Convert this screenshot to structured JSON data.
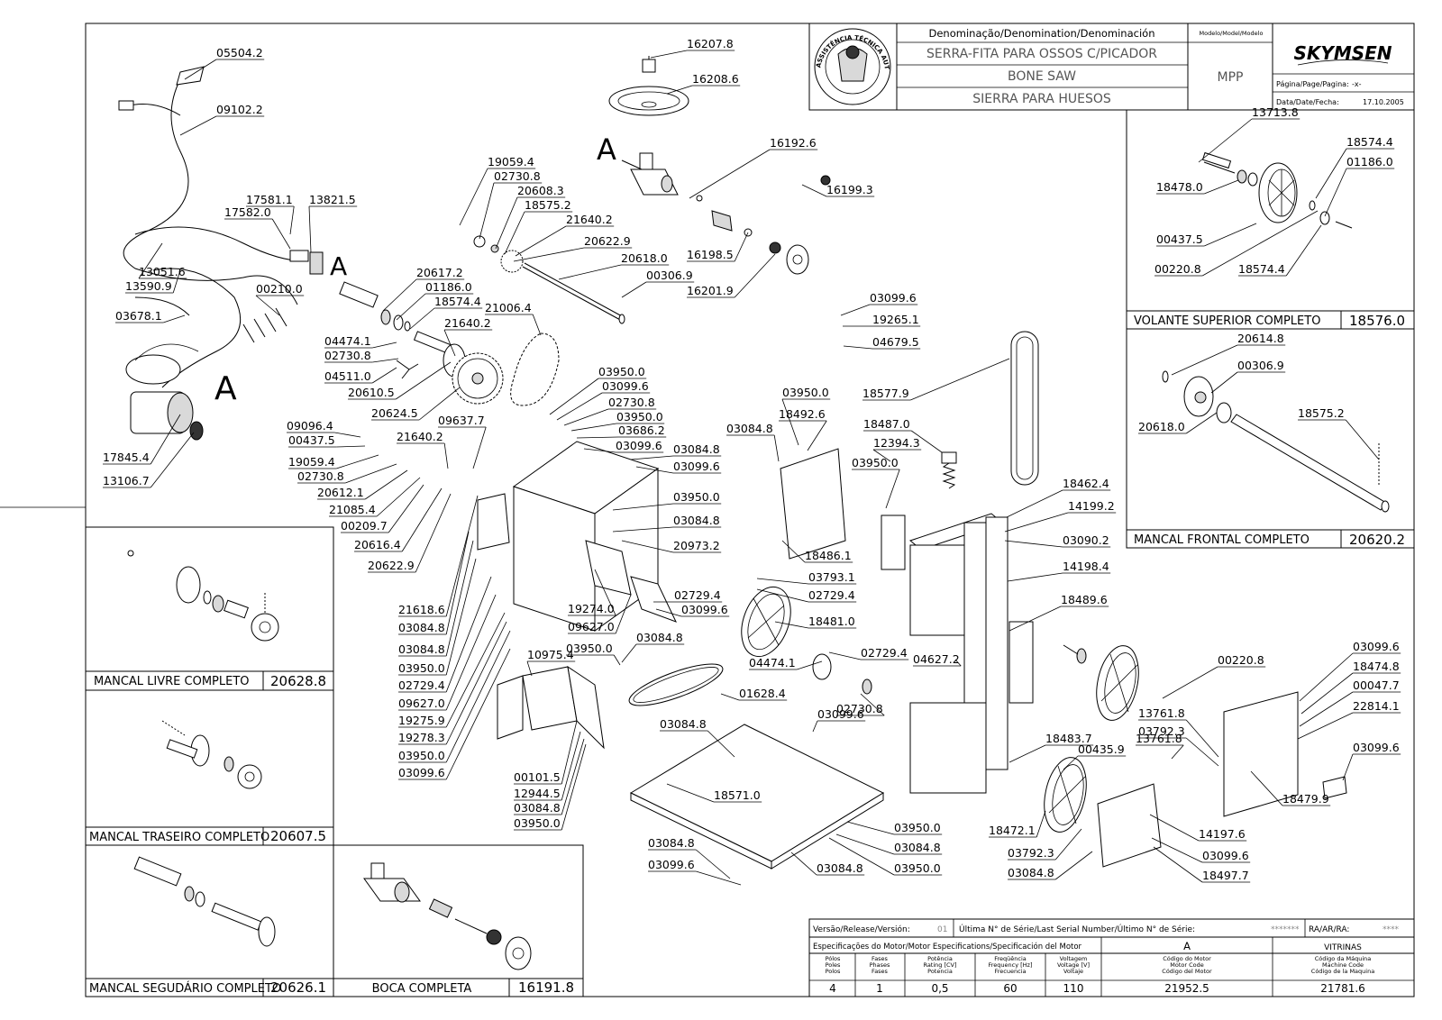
{
  "title_block": {
    "denomination_header": "Denominação/Denomination/Denominación",
    "model_header": "Modelo/Model/Modelo",
    "name_pt": "SERRA-FITA PARA OSSOS C/PICADOR",
    "name_en": "BONE SAW",
    "name_es": "SIERRA PARA HUESOS",
    "model": "MPP",
    "brand": "SKYMSEN",
    "page_label": "Página/Page/Pagina:",
    "page_value": "-x-",
    "date_label": "Data/Date/Fecha:",
    "date_value": "17.10.2005",
    "seal_text": "ASSISTÊNCIA TÉCNICA AUTORIZADA"
  },
  "view_markers": {
    "a1": "A",
    "a2": "A",
    "a3": "A"
  },
  "subassemblies": [
    {
      "name": "VOLANTE SUPERIOR COMPLETO",
      "code": "18576.0"
    },
    {
      "name": "MANCAL FRONTAL COMPLETO",
      "code": "20620.2"
    },
    {
      "name": "MANCAL LIVRE COMPLETO",
      "code": "20628.8"
    },
    {
      "name": "MANCAL TRASEIRO COMPLETO",
      "code": "20607.5"
    },
    {
      "name": "MANCAL SEGUDÁRIO COMPLETO",
      "code": "20626.1"
    },
    {
      "name": "BOCA COMPLETA",
      "code": "16191.8"
    }
  ],
  "part_labels": [
    "05504.2",
    "09102.2",
    "17581.1",
    "17582.0",
    "13821.5",
    "13051.6",
    "13590.9",
    "03678.1",
    "00210.0",
    "17845.4",
    "13106.7",
    "19059.4",
    "02730.8",
    "20608.3",
    "18575.2",
    "21640.2",
    "20622.9",
    "20618.0",
    "00306.9",
    "20617.2",
    "01186.0",
    "18574.4",
    "21640.2",
    "21006.4",
    "04474.1",
    "02730.8",
    "04511.0",
    "20610.5",
    "20624.5",
    "16207.8",
    "16208.6",
    "16192.6",
    "16199.3",
    "16198.5",
    "16201.9",
    "09096.4",
    "00437.5",
    "19059.4",
    "02730.8",
    "20612.1",
    "21085.4",
    "00209.7",
    "20616.4",
    "20622.9",
    "21640.2",
    "09637.7",
    "03950.0",
    "03099.6",
    "02730.8",
    "03950.0",
    "03686.2",
    "03099.6",
    "03084.8",
    "03099.6",
    "03950.0",
    "03084.8",
    "20973.2",
    "21618.6",
    "03084.8",
    "03084.8",
    "03950.0",
    "02729.4",
    "09627.0",
    "19275.9",
    "19278.3",
    "03950.0",
    "03099.6",
    "19274.0",
    "09627.0",
    "02729.4",
    "03099.6",
    "03950.0",
    "03084.8",
    "10975.4",
    "00101.5",
    "12944.5",
    "03084.8",
    "03950.0",
    "03099.6",
    "19265.1",
    "04679.5",
    "03950.0",
    "18492.6",
    "03084.8",
    "18486.1",
    "18577.9",
    "18487.0",
    "12394.3",
    "03950.0",
    "03793.1",
    "02729.4",
    "18481.0",
    "02729.4",
    "04474.1",
    "02730.8",
    "01628.4",
    "04627.2",
    "18462.4",
    "14199.2",
    "03090.2",
    "14198.4",
    "18489.6",
    "00220.8",
    "18483.7",
    "00435.9",
    "13761.8",
    "18472.1",
    "03792.3",
    "03084.8",
    "14197.6",
    "03099.6",
    "18497.7",
    "03084.8",
    "03099.6",
    "18571.0",
    "03950.0",
    "03084.8",
    "03950.0",
    "03084.8",
    "03099.6",
    "03084.8",
    "03099.6",
    "18474.8",
    "00047.7",
    "22814.1",
    "03099.6",
    "13761.8",
    "03792.3",
    "18479.9",
    "13713.8",
    "18574.4",
    "01186.0",
    "18478.0",
    "00437.5",
    "00220.8",
    "18574.4",
    "20614.8",
    "00306.9",
    "18575.2",
    "20618.0"
  ],
  "release_row": {
    "version_label": "Versão/Release/Versión:",
    "version_value": "01",
    "serial_label": "Última N° de Série/Last Serial Number/Último N° de Série:",
    "serial_value": "*******",
    "ra_label": "RA/AR/RA:",
    "ra_value": "****"
  },
  "motor": {
    "header": "Especificações do Motor/Motor Especifications/Specificación del Motor",
    "motor_letter": "A",
    "machine_name": "VITRINAS",
    "columns": [
      {
        "h1": "Pólos",
        "h2": "Poles",
        "h3": "Polos",
        "value": "4"
      },
      {
        "h1": "Fases",
        "h2": "Phases",
        "h3": "Fases",
        "value": "1"
      },
      {
        "h1": "Potência",
        "h2": "Rating [CV]",
        "h3": "Potencia",
        "value": "0,5"
      },
      {
        "h1": "Freqüência",
        "h2": "Frequency [Hz]",
        "h3": "Frecuencia",
        "value": "60"
      },
      {
        "h1": "Voltagem",
        "h2": "Voltage [V]",
        "h3": "Voltaje",
        "value": "110"
      },
      {
        "h1": "Código do Motor",
        "h2": "Motor Code",
        "h3": "Código del Motor",
        "value": "21952.5"
      },
      {
        "h1": "Código da Máquina",
        "h2": "Machine Code",
        "h3": "Código de la Maquina",
        "value": "21781.6"
      }
    ]
  }
}
